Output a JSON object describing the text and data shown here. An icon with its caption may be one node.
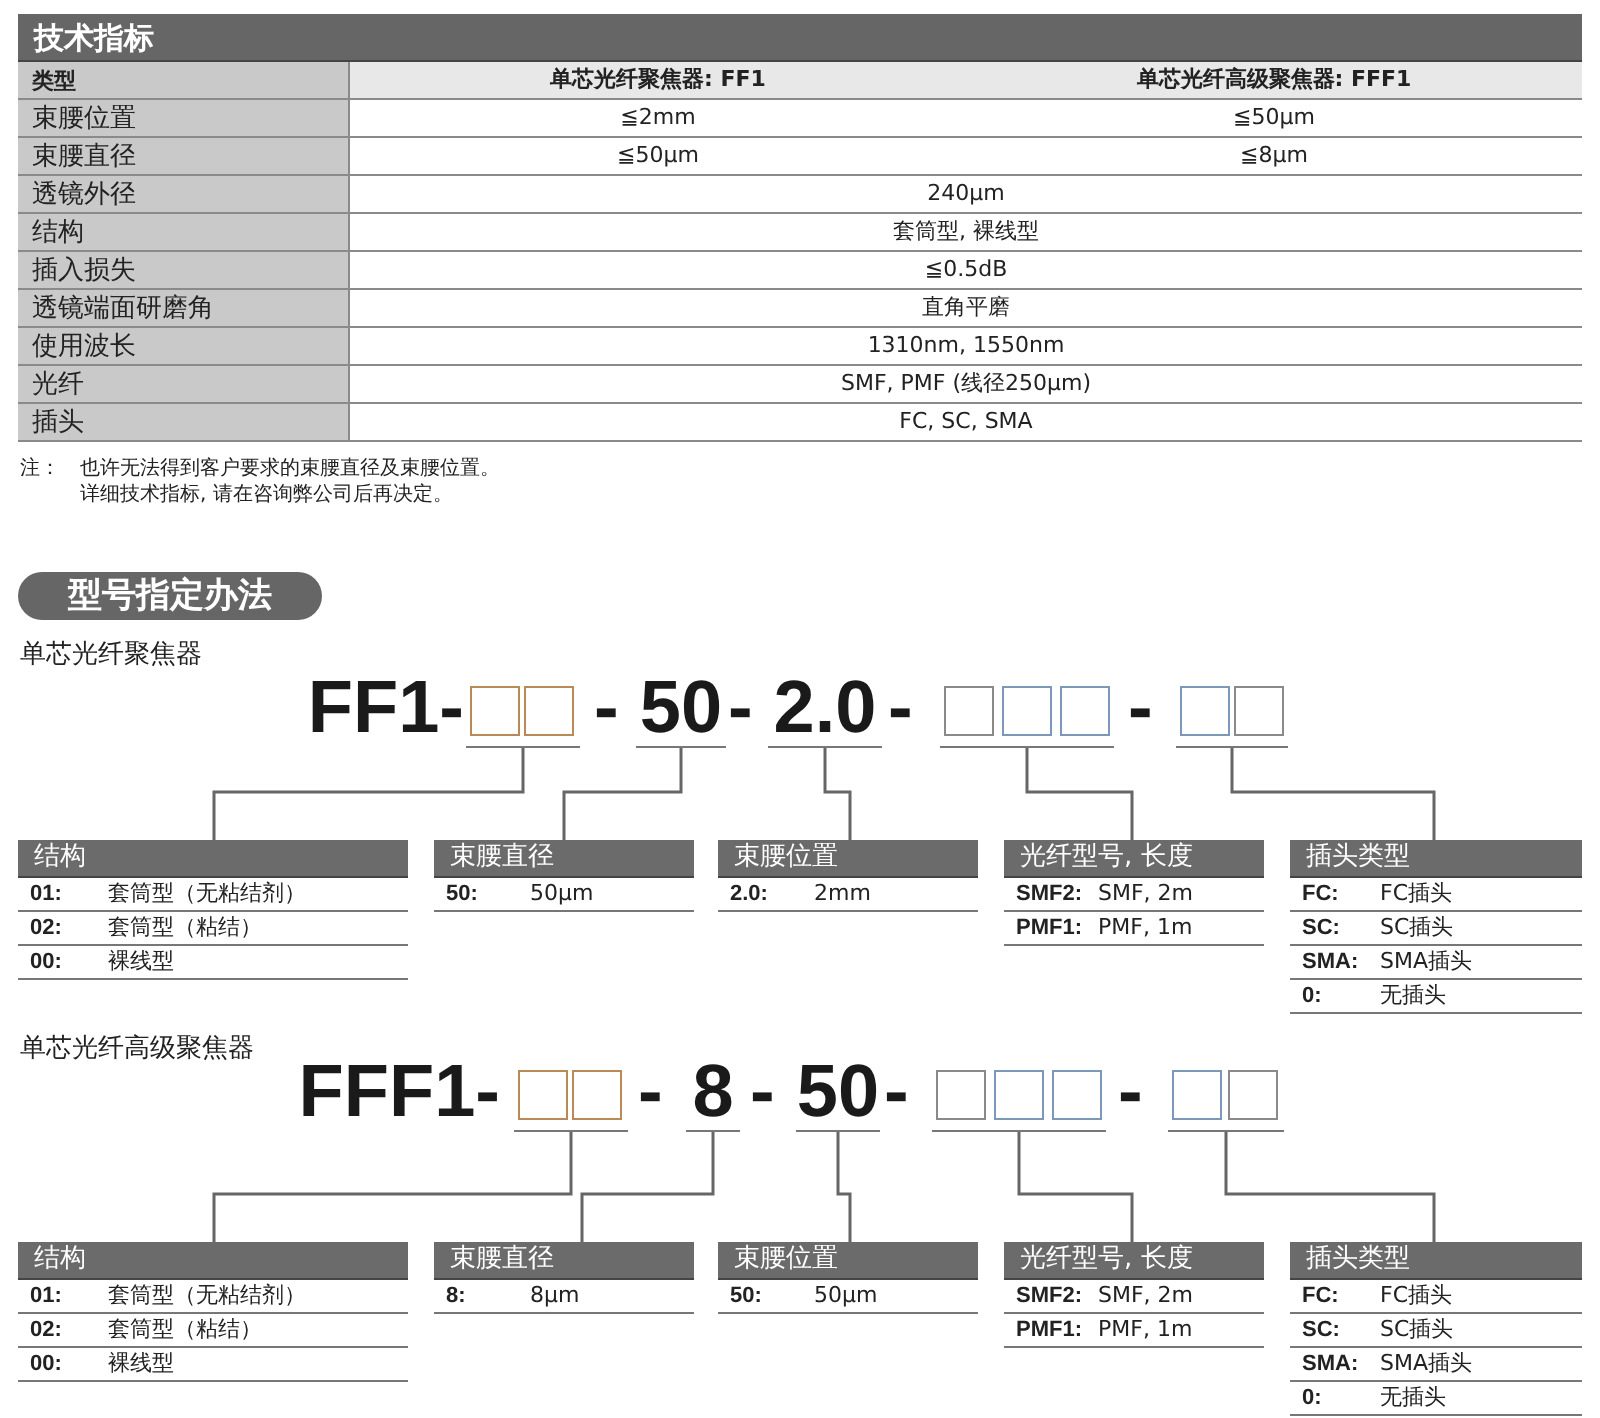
{
  "diagram": {
    "nodes": [
      {
        "text": [
          "技术指标"
        ]
      },
      {
        "text": [
          "型号指定办法"
        ]
      },
      {
        "text": [],
        "shape": "bar"
      },
      {
        "text": [],
        "shape": "box",
        "in": 2
      },
      {
        "text": [],
        "shape": "box",
        "in": 2
      },
      {
        "text": [
          "50"
        ]
      },
      {
        "text": [
          "2.0"
        ]
      },
      {
        "text": [],
        "shape": "bar"
      },
      {
        "text": [],
        "shape": "box",
        "in": 7
      },
      {
        "text": [],
        "shape": "box",
        "in": 7
      },
      {
        "text": [],
        "shape": "box",
        "in": 7
      },
      {
        "text": [],
        "shape": "bar"
      },
      {
        "text": [],
        "shape": "box",
        "in": 11
      },
      {
        "text": [],
        "shape": "box",
        "in": 11
      },
      {
        "text": [
          "结构",
          "01:",
          "套筒型（无粘结剂）",
          "02:",
          "套筒型（粘结）",
          "00:",
          "裸线型"
        ]
      },
      {
        "text": [
          "束腰直径",
          "50:",
          "50μm"
        ]
      },
      {
        "text": [
          "束腰位置",
          "2.0:",
          "2mm"
        ]
      },
      {
        "text": [
          "光纤型号, 长度",
          "SMF2:",
          "SMF, 2m",
          "PMF1:",
          "PMF, 1m"
        ]
      },
      {
        "text": [
          "插头类型",
          "FC:",
          "FC插头",
          "SC:",
          "SC插头",
          "SMA:",
          "SMA插头",
          "0:",
          "无插头"
        ]
      },
      {
        "text": [],
        "shape": "bar"
      },
      {
        "text": [],
        "shape": "box",
        "in": 19
      },
      {
        "text": [],
        "shape": "box",
        "in": 19
      },
      {
        "text": [
          "8"
        ]
      },
      {
        "text": [
          "50"
        ]
      },
      {
        "text": [],
        "shape": "bar"
      },
      {
        "text": [],
        "shape": "box",
        "in": 24
      },
      {
        "text": [],
        "shape": "box",
        "in": 24
      },
      {
        "text": [],
        "shape": "box",
        "in": 24
      },
      {
        "text": [],
        "shape": "bar"
      },
      {
        "text": [],
        "shape": "box",
        "in": 28
      },
      {
        "text": [],
        "shape": "box",
        "in": 28
      },
      {
        "text": [
          "结构",
          "01:",
          "套筒型（无粘结剂）",
          "02:",
          "套筒型（粘结）",
          "00:",
          "裸线型"
        ]
      },
      {
        "text": [
          "束腰直径",
          "8:",
          "8μm"
        ]
      },
      {
        "text": [
          "束腰位置",
          "50:",
          "50μm"
        ]
      },
      {
        "text": [
          "光纤型号, 长度",
          "SMF2:",
          "SMF, 2m",
          "PMF1:",
          "PMF, 1m"
        ]
      },
      {
        "text": [
          "插头类型",
          "FC:",
          "FC插头",
          "SC:",
          "SC插头",
          "SMA:",
          "SMA插头",
          "0:",
          "无插头"
        ]
      }
    ],
    "edges": [
      {
        "from": 2,
        "to": 14,
        "arrow": "none"
      },
      {
        "from": 5,
        "to": 15,
        "arrow": "none"
      },
      {
        "from": 6,
        "to": 16,
        "arrow": "none"
      },
      {
        "from": 7,
        "to": 17,
        "arrow": "none"
      },
      {
        "from": 11,
        "to": 18,
        "arrow": "none"
      },
      {
        "from": 19,
        "to": 31,
        "arrow": "none"
      },
      {
        "from": 22,
        "to": 32,
        "arrow": "none"
      },
      {
        "from": 23,
        "to": 33,
        "arrow": "none"
      },
      {
        "from": 24,
        "to": 34,
        "arrow": "none"
      },
      {
        "from": 28,
        "to": 35,
        "arrow": "none"
      }
    ],
    "labels": [
      "类型",
      "单芯光纤聚焦器: FF1",
      "单芯光纤高级聚焦器: FFF1",
      "束腰位置",
      "≦2mm",
      "≦50μm",
      "束腰直径",
      "≦50μm",
      "≦8μm",
      "透镜外径",
      "240μm",
      "结构",
      "套筒型, 裸线型",
      "插入损失",
      "≦0.5dB",
      "透镜端面研磨角",
      "直角平磨",
      "使用波长",
      "1310nm, 1550nm",
      "光纤",
      "SMF, PMF (线径250μm)",
      "插头",
      "FC, SC, SMA",
      "注：",
      "也许无法得到客户要求的束腰直径及束腰位置。",
      "详细技术指标, 请在咨询弊公司后再决定。",
      "单芯光纤聚焦器",
      "FF1-",
      "-",
      "-",
      "-",
      "-",
      "单芯光纤高级聚焦器",
      "FFF1-",
      "-",
      "-",
      "-",
      "-"
    ]
  }
}
